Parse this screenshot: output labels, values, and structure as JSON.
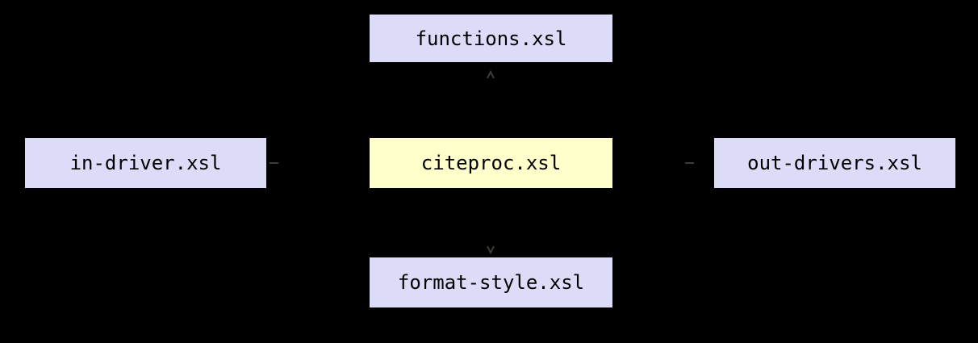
{
  "diagram": {
    "title": "citeproc xsl module diagram",
    "background_color": "#000000",
    "node_default_fill": "#dcdcf8",
    "highlight_fill": "#ffffcc",
    "text_color": "#000000",
    "nodes": [
      {
        "id": "functions",
        "label": "functions.xsl",
        "fill": "#dcdcf8"
      },
      {
        "id": "in-driver",
        "label": "in-driver.xsl",
        "fill": "#dcdcf8"
      },
      {
        "id": "citeproc",
        "label": "citeproc.xsl",
        "fill": "#ffffcc"
      },
      {
        "id": "out-drivers",
        "label": "out-drivers.xsl",
        "fill": "#dcdcf8"
      },
      {
        "id": "format-style",
        "label": "format-style.xsl",
        "fill": "#dcdcf8"
      }
    ],
    "edges": [
      {
        "from": "citeproc",
        "to": "functions",
        "orientation": "vertical"
      },
      {
        "from": "in-driver",
        "to": "citeproc",
        "orientation": "horizontal"
      },
      {
        "from": "citeproc",
        "to": "out-drivers",
        "orientation": "horizontal"
      },
      {
        "from": "citeproc",
        "to": "format-style",
        "orientation": "vertical"
      }
    ]
  }
}
